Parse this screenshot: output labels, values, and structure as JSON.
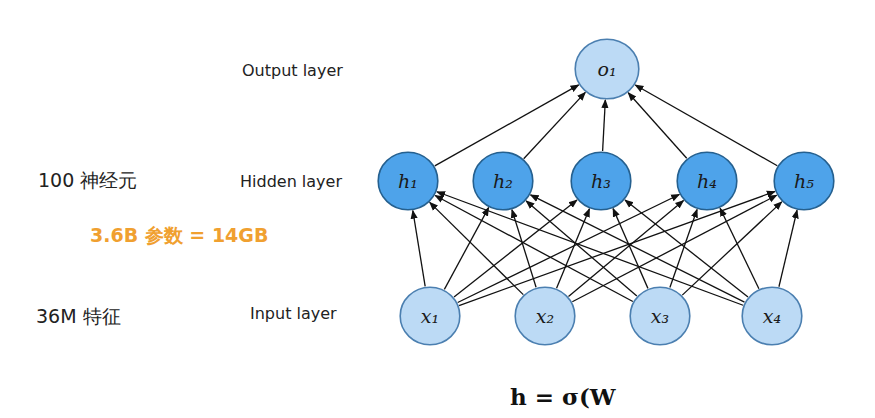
{
  "diagram": {
    "nodes": [
      {
        "text": [
          "o₁"
        ]
      },
      {
        "text": [
          "h₁"
        ]
      },
      {
        "text": [
          "h₂"
        ]
      },
      {
        "text": [
          "h₃"
        ]
      },
      {
        "text": [
          "h₄"
        ]
      },
      {
        "text": [
          "h₅"
        ]
      },
      {
        "text": [
          "x₁"
        ]
      },
      {
        "text": [
          "x₂"
        ]
      },
      {
        "text": [
          "x₃"
        ]
      },
      {
        "text": [
          "x₄"
        ]
      }
    ],
    "edges": [
      {
        "from": 1,
        "to": 0,
        "arrow": "to"
      },
      {
        "from": 2,
        "to": 0,
        "arrow": "to"
      },
      {
        "from": 3,
        "to": 0,
        "arrow": "to"
      },
      {
        "from": 4,
        "to": 0,
        "arrow": "to"
      },
      {
        "from": 5,
        "to": 0,
        "arrow": "to"
      },
      {
        "from": 6,
        "to": 1,
        "arrow": "to"
      },
      {
        "from": 6,
        "to": 2,
        "arrow": "to"
      },
      {
        "from": 6,
        "to": 3,
        "arrow": "to"
      },
      {
        "from": 6,
        "to": 4,
        "arrow": "to"
      },
      {
        "from": 6,
        "to": 5,
        "arrow": "to"
      },
      {
        "from": 7,
        "to": 1,
        "arrow": "to"
      },
      {
        "from": 7,
        "to": 2,
        "arrow": "to"
      },
      {
        "from": 7,
        "to": 3,
        "arrow": "to"
      },
      {
        "from": 7,
        "to": 4,
        "arrow": "to"
      },
      {
        "from": 7,
        "to": 5,
        "arrow": "to"
      },
      {
        "from": 8,
        "to": 1,
        "arrow": "to"
      },
      {
        "from": 8,
        "to": 2,
        "arrow": "to"
      },
      {
        "from": 8,
        "to": 3,
        "arrow": "to"
      },
      {
        "from": 8,
        "to": 4,
        "arrow": "to"
      },
      {
        "from": 8,
        "to": 5,
        "arrow": "to"
      },
      {
        "from": 9,
        "to": 1,
        "arrow": "to"
      },
      {
        "from": 9,
        "to": 2,
        "arrow": "to"
      },
      {
        "from": 9,
        "to": 3,
        "arrow": "to"
      },
      {
        "from": 9,
        "to": 4,
        "arrow": "to"
      },
      {
        "from": 9,
        "to": 5,
        "arrow": "to"
      }
    ],
    "labels": [
      "Output layer",
      "100 神经元",
      "Hidden layer",
      "3.6B 参数 = 14GB",
      "36M 特征",
      "Input layer",
      "h = σ(W"
    ]
  }
}
